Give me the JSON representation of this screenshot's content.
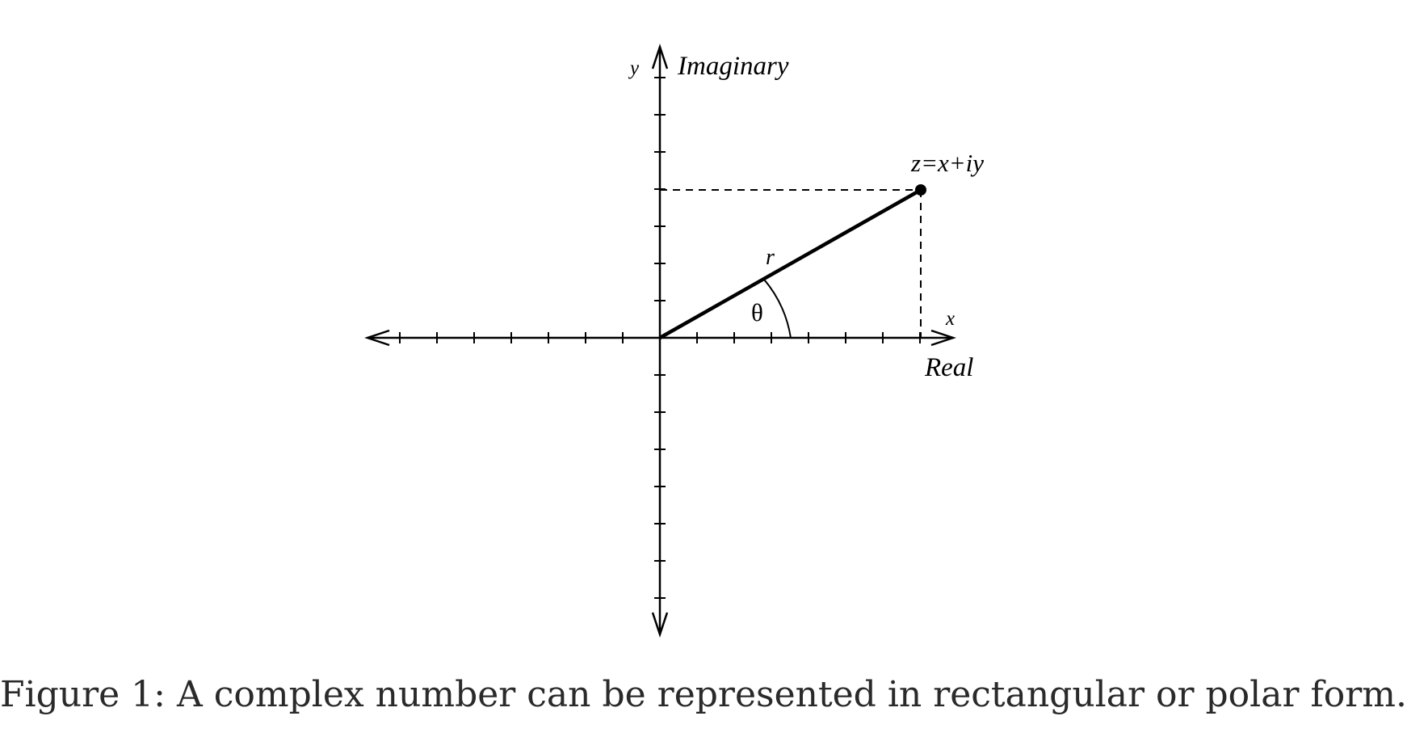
{
  "diagram": {
    "axes": {
      "x_axis_label": "x",
      "x_axis_name": "Real",
      "y_axis_label": "y",
      "y_axis_name": "Imaginary"
    },
    "point": {
      "label": "z=x+iy"
    },
    "vector": {
      "magnitude_label": "r",
      "angle_label": "θ"
    }
  },
  "caption": "Figure 1: A complex number can be represented in rectangular or polar form."
}
